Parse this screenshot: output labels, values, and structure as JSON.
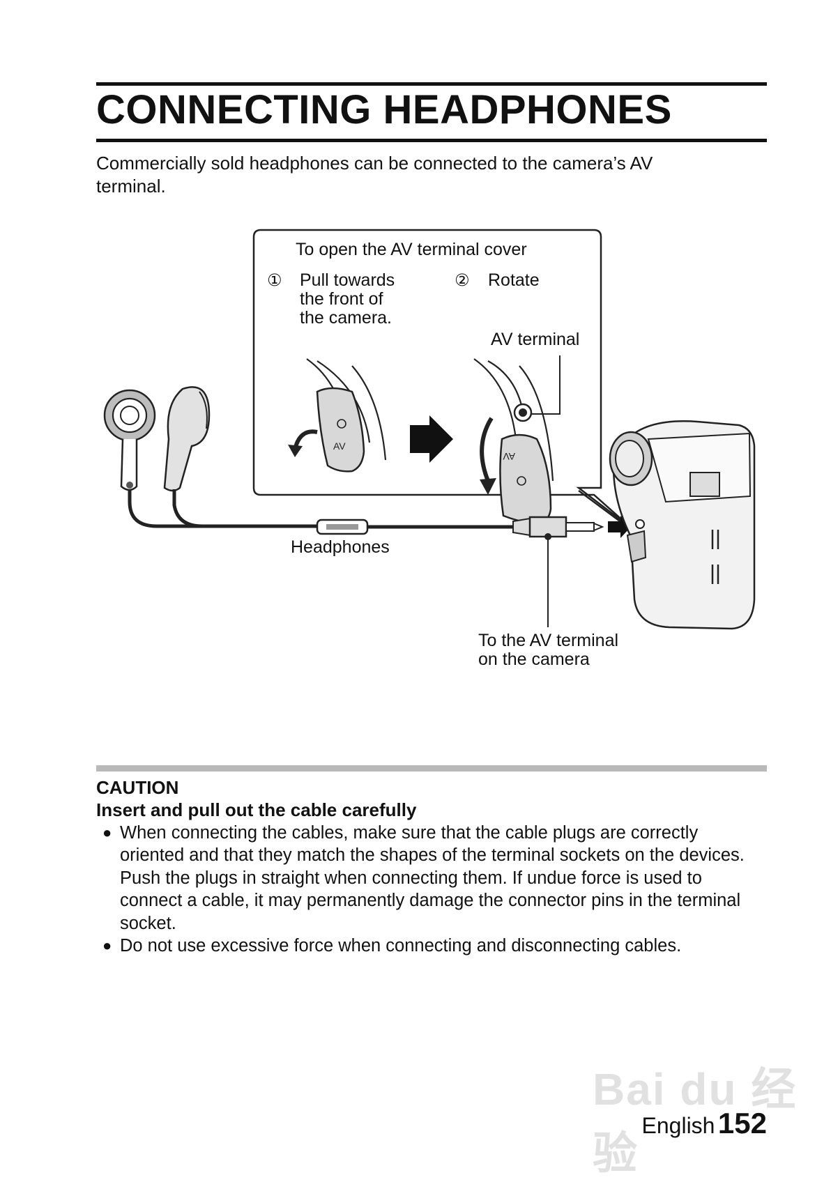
{
  "page": {
    "title": "CONNECTING HEADPHONES",
    "intro": "Commercially sold headphones can be connected to the camera’s AV terminal."
  },
  "figure": {
    "callout_title": "To open the AV terminal cover",
    "step1_num": "①",
    "step1_line1": "Pull towards",
    "step1_line2": "the front of",
    "step1_line3": "the camera.",
    "step2_num": "②",
    "step2_label": "Rotate",
    "av_terminal": "AV terminal",
    "cover_text": "AV",
    "headphones": "Headphones",
    "to_av_line1": "To the AV terminal",
    "to_av_line2": "on the camera"
  },
  "caution": {
    "title": "CAUTION",
    "subtitle": "Insert and pull out the cable carefully",
    "items": [
      "When connecting the cables, make sure that the cable plugs are correctly oriented and that they match the shapes of the terminal sockets on the devices. Push the plugs in straight when connecting them. If undue force is used to connect a cable, it may permanently damage the connector pins in the terminal socket.",
      "Do not use excessive force when connecting and disconnecting cables."
    ]
  },
  "footer": {
    "language": "English",
    "page_number": "152"
  },
  "watermark": {
    "text": "Bai du 经验"
  }
}
